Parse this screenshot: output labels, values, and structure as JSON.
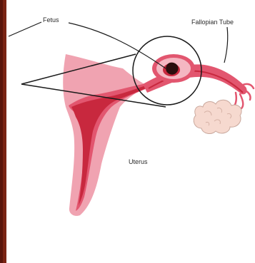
{
  "labels": {
    "fetus": "Fetus",
    "fallopian_tube": "Fallopian Tube",
    "uterus": "Uterus"
  },
  "colors": {
    "uterus_light": "#f0a3b1",
    "uterus_mid": "#e2566f",
    "uterus_dark": "#c8283e",
    "ovary": "#f6d9cf",
    "left_edge": "#7a2414",
    "line": "#1a1a1a"
  }
}
